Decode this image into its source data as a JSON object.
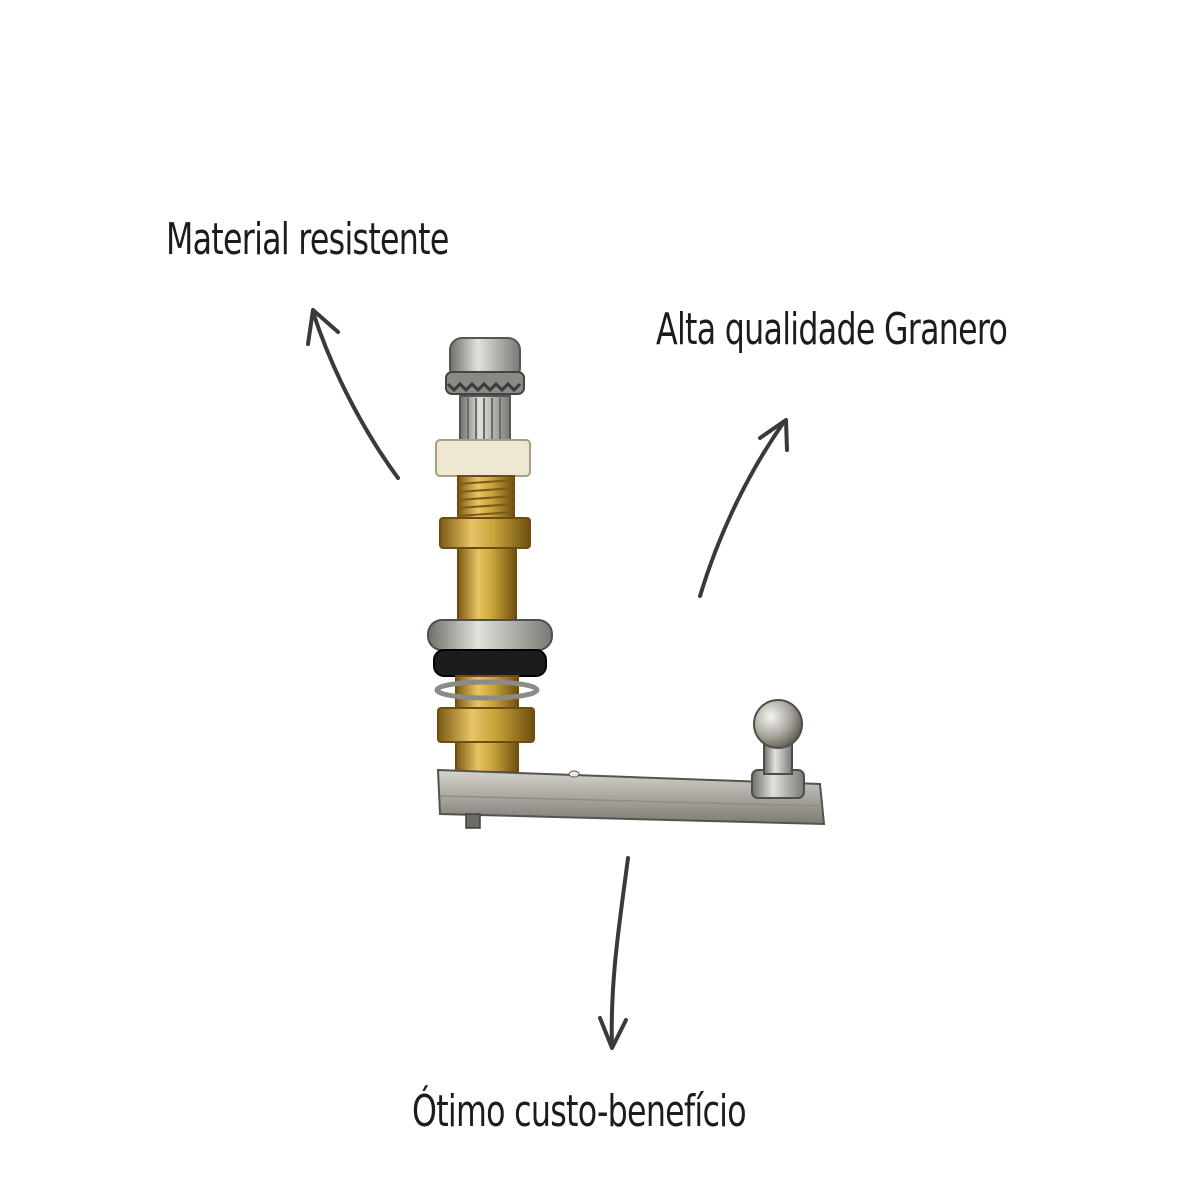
{
  "labels": {
    "material": "Material resistente",
    "quality": "Alta qualidade Granero",
    "cost": "Ótimo custo-benefício"
  },
  "product": {
    "icon": "wiper-pivot-shaft-part"
  },
  "colors": {
    "background": "#ffffff",
    "text": "#1c1c1c",
    "arrow": "#3a3a3a",
    "brass": "#c9a23a",
    "steel": "#b8b8b2"
  }
}
